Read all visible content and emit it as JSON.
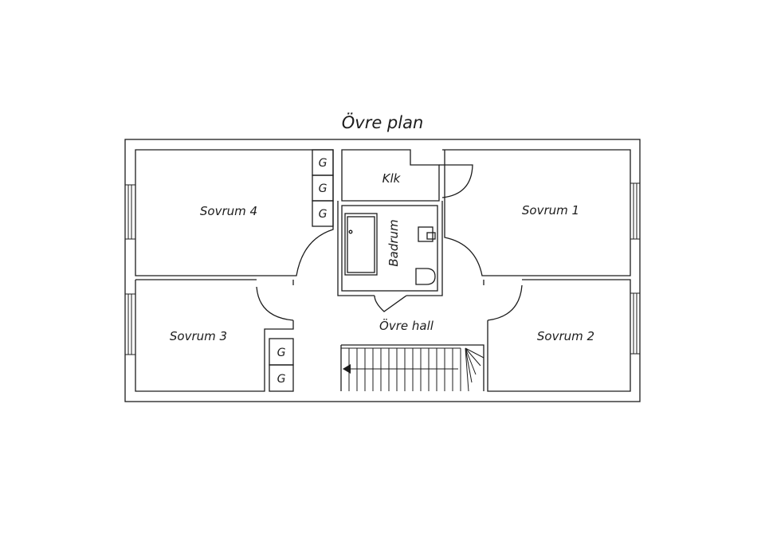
{
  "title": "Övre plan",
  "rooms": {
    "sovrum1": "Sovrum 1",
    "sovrum2": "Sovrum 2",
    "sovrum3": "Sovrum 3",
    "sovrum4": "Sovrum 4",
    "klk": "Klk",
    "badrum": "Badrum",
    "hall": "Övre hall"
  },
  "closet_label": "G",
  "colors": {
    "line": "#1c1c1c",
    "background": "#ffffff"
  }
}
